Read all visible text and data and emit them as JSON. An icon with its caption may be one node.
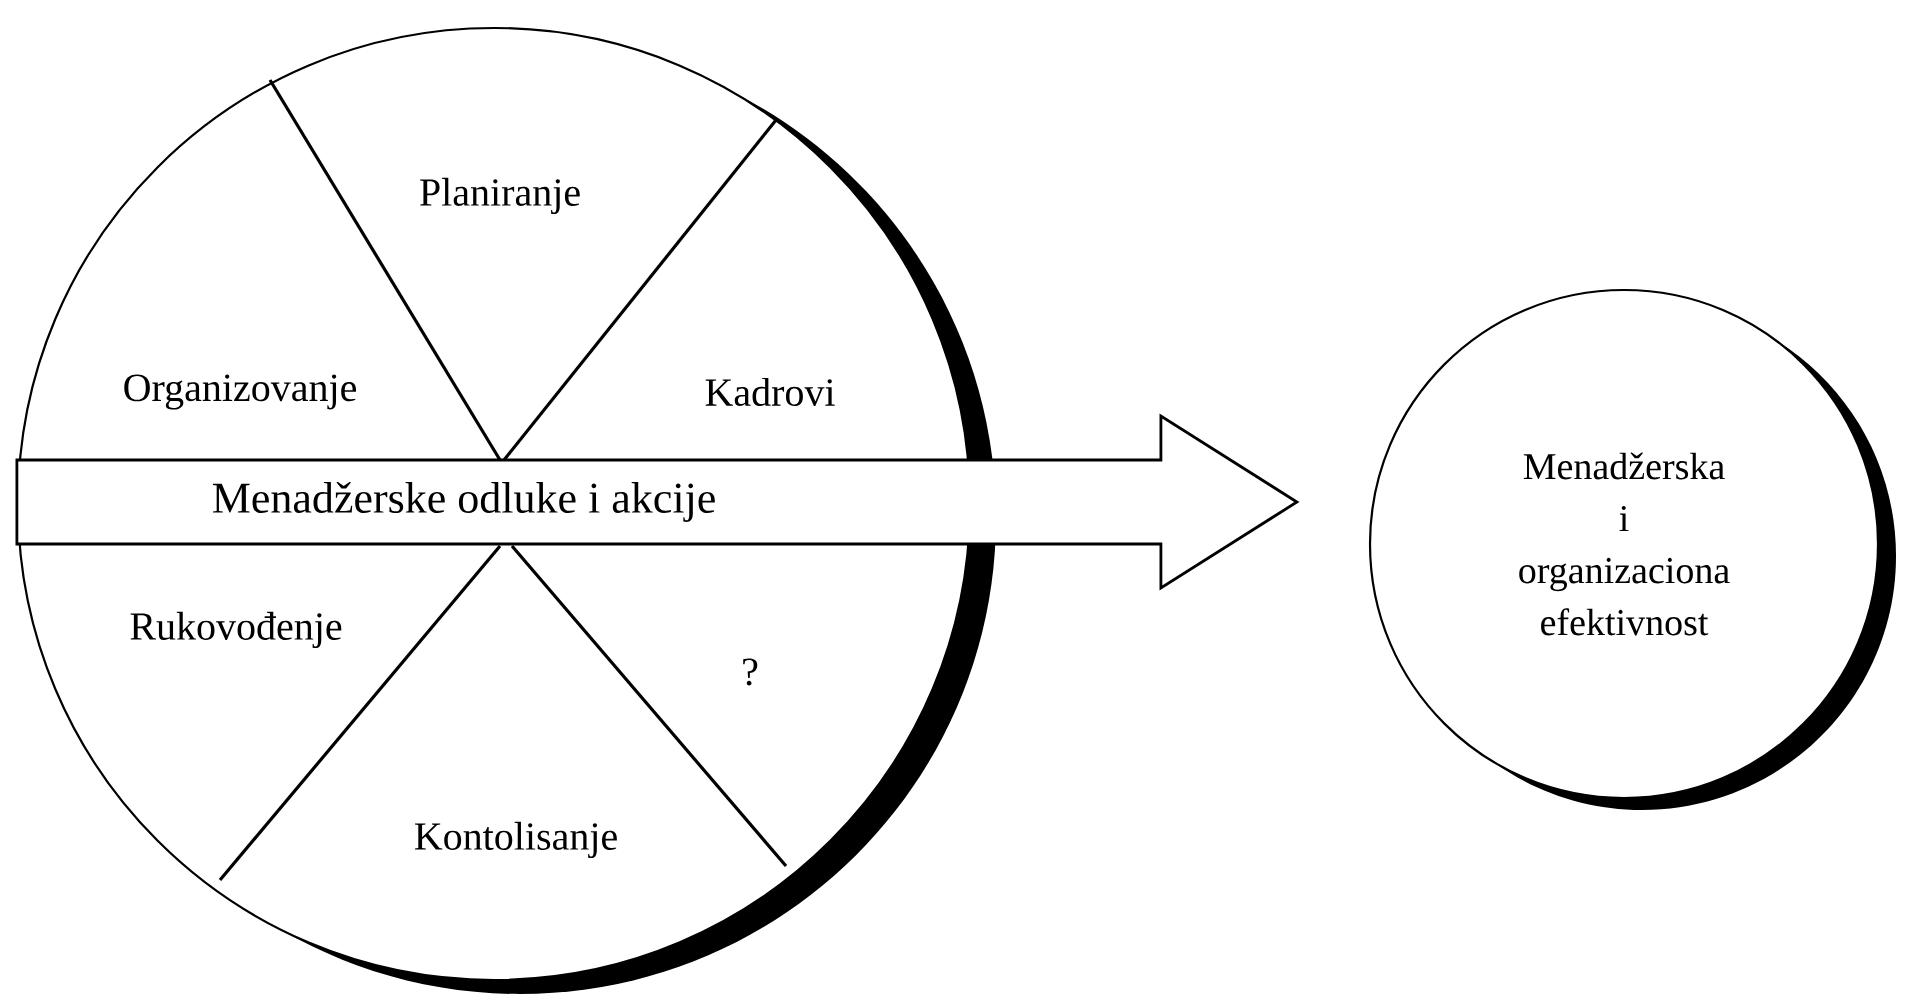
{
  "diagram": {
    "nodes": [
      {
        "text": [],
        "shape": "circle"
      },
      {
        "text": [
          "Planiranje"
        ],
        "in": 0
      },
      {
        "text": [
          "Organizovanje"
        ],
        "in": 0
      },
      {
        "text": [
          "Kadrovi"
        ],
        "in": 0
      },
      {
        "text": [
          "Rukovođenje"
        ],
        "in": 0
      },
      {
        "text": [
          "?"
        ],
        "in": 0
      },
      {
        "text": [
          "Kontolisanje"
        ],
        "in": 0
      },
      {
        "text": [
          "Menadžerska i organizaciona efektivnost"
        ]
      }
    ],
    "edges": [
      {
        "from": 0,
        "to": 7,
        "arrow": "to",
        "label": "Menadžerske odluke i akcije",
        "style": "thick"
      }
    ]
  }
}
